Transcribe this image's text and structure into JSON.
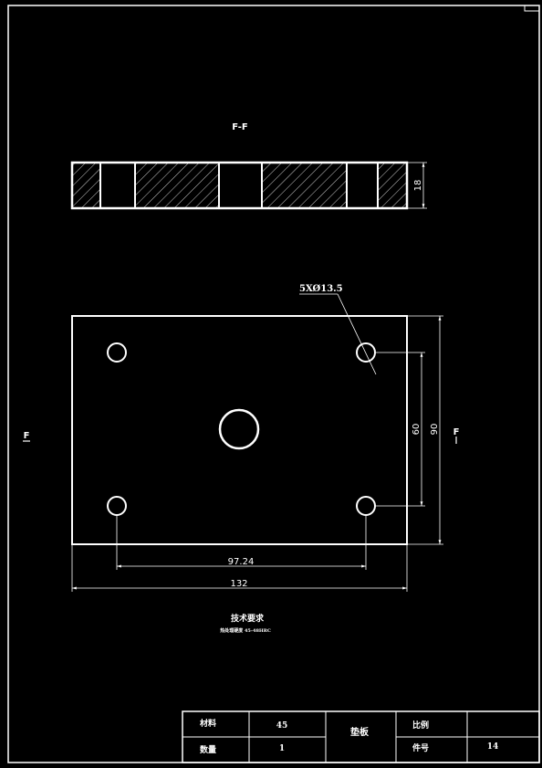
{
  "section_view": {
    "title": "F-F",
    "thickness_dim": "18"
  },
  "plan_view": {
    "hole_callout": "5XØ13.5",
    "dim_hole_spacing_x": "97.24",
    "dim_overall_width": "132",
    "dim_hole_spacing_y": "60",
    "dim_overall_height": "90",
    "section_mark_left": "F",
    "section_mark_right": "F"
  },
  "tech_requirements": {
    "title": "技术要求",
    "note": "热处理硬度 45-48HRC"
  },
  "title_block": {
    "material_label": "材料",
    "material_value": "45",
    "part_name": "垫板",
    "scale_label": "比例",
    "scale_value": "",
    "quantity_label": "数量",
    "quantity_value": "1",
    "part_no_label": "件号",
    "part_no_value": "14"
  }
}
